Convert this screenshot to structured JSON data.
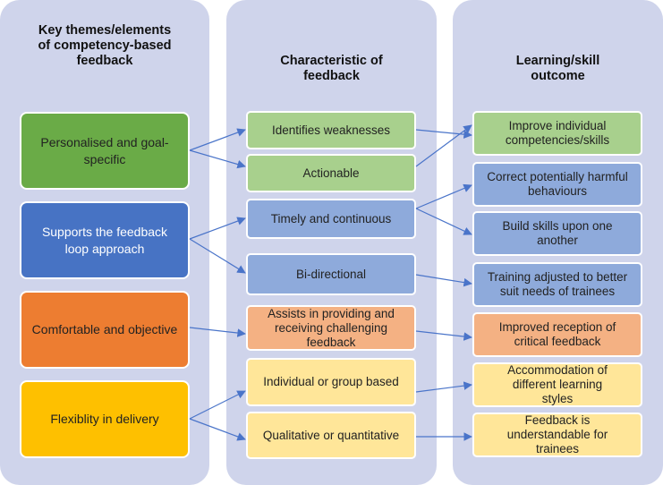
{
  "columns": {
    "themes": {
      "title": "Key themes/elements of competency-based feedback"
    },
    "characteristics": {
      "title": "Characteristic of feedback"
    },
    "outcomes": {
      "title": "Learning/skill outcome"
    }
  },
  "themes": [
    {
      "label": "Personalised and goal-specific",
      "color": "#6aab47"
    },
    {
      "label": "Supports the feedback loop approach",
      "color": "#4773c4"
    },
    {
      "label": "Comfortable and objective",
      "color": "#ed7d31"
    },
    {
      "label": "Flexiblity in delivery",
      "color": "#fec000"
    }
  ],
  "characteristics": [
    {
      "label": "Identifies weaknesses",
      "color": "#a8d08d"
    },
    {
      "label": "Actionable",
      "color": "#a8d08d"
    },
    {
      "label": "Timely and continuous",
      "color": "#8eaadb"
    },
    {
      "label": "Bi-directional",
      "color": "#8eaadb"
    },
    {
      "label": "Assists in providing and receiving challenging feedback",
      "color": "#f4b183"
    },
    {
      "label": "Individual or group based",
      "color": "#ffe699"
    },
    {
      "label": "Qualitative or quantitative",
      "color": "#ffe699"
    }
  ],
  "outcomes": [
    {
      "label": "Improve individual competencies/skills",
      "color": "#a8d08d"
    },
    {
      "label": "Correct potentially harmful behaviours",
      "color": "#8eaadb"
    },
    {
      "label": "Build skills upon one another",
      "color": "#8eaadb"
    },
    {
      "label": "Training adjusted to better suit needs of trainees",
      "color": "#8eaadb"
    },
    {
      "label": "Improved reception of critical feedback",
      "color": "#f4b183"
    },
    {
      "label": "Accommodation of different learning styles",
      "color": "#ffe699"
    },
    {
      "label": "Feedback is understandable for trainees",
      "color": "#ffe699"
    }
  ],
  "arrow_color": "#4a74c9"
}
